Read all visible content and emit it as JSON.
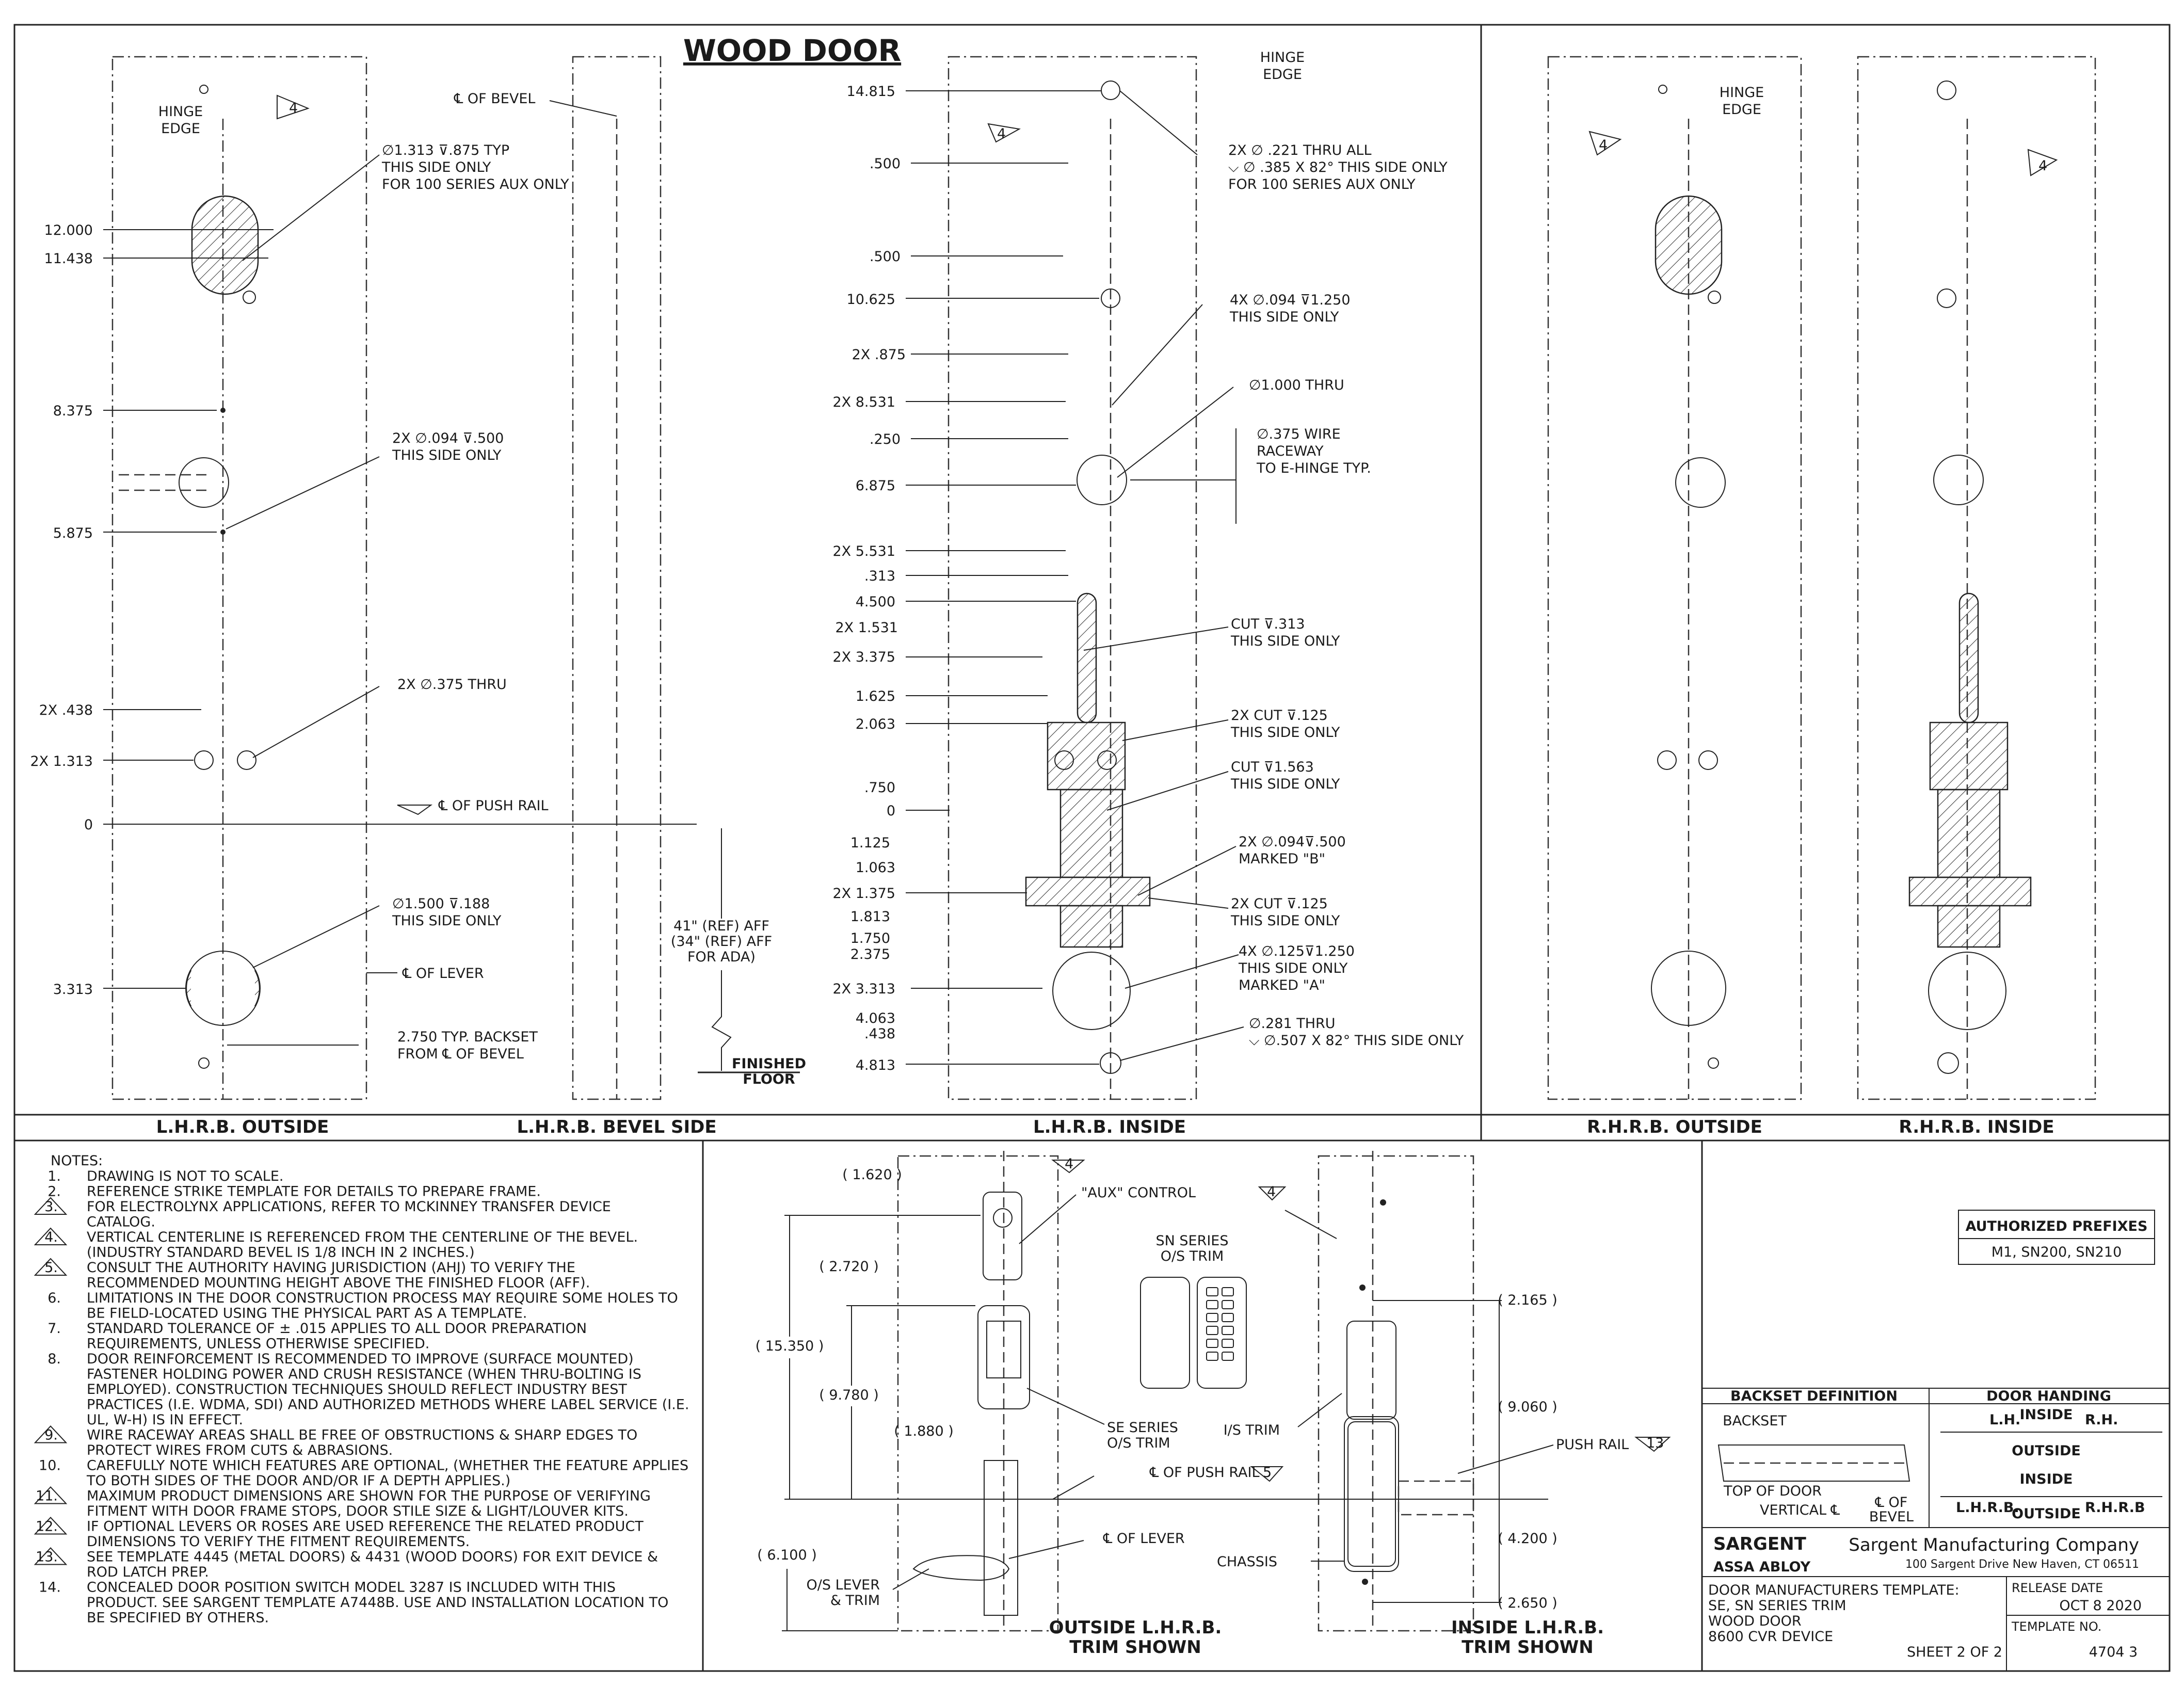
{
  "title": "WOOD DOOR",
  "views": {
    "lhrb_outside": {
      "label": "L.H.R.B. OUTSIDE",
      "hinge_edge": "HINGE\nEDGE",
      "dims": [
        "12.000",
        "11.438",
        "8.375",
        "5.875",
        "2X .438",
        "2X 1.313",
        "0",
        "3.313"
      ],
      "callouts": {
        "aux_hole": [
          "∅1.313 ⊽.875 TYP",
          "THIS SIDE ONLY",
          "FOR 100 SERIES AUX ONLY"
        ],
        "pilot": [
          "2X ∅.094 ⊽.500",
          "THIS SIDE ONLY"
        ],
        "thru": "2X ∅.375 THRU",
        "push_rail": "℄ OF PUSH RAIL",
        "lever_hole": [
          "∅1.500 ⊽.188",
          "THIS SIDE ONLY"
        ],
        "lever_cl": "℄ OF LEVER",
        "backset": [
          "2.750 TYP. BACKSET",
          "FROM ℄  OF BEVEL"
        ]
      }
    },
    "lhrb_bevel": {
      "label": "L.H.R.B. BEVEL SIDE",
      "cl_bevel": "℄ OF BEVEL",
      "aff": [
        "41\" (REF) AFF",
        "(34\" (REF) AFF",
        "FOR ADA)"
      ],
      "floor": "FINISHED\nFLOOR"
    },
    "lhrb_inside": {
      "label": "L.H.R.B. INSIDE",
      "hinge_edge": "HINGE\nEDGE",
      "dims": [
        "14.815",
        ".500",
        ".500",
        "10.625",
        "2X .875",
        "2X 8.531",
        ".250",
        "6.875",
        "2X 5.531",
        ".313",
        "4.500",
        "2X 1.531",
        "2X 3.375",
        "1.625",
        "2.063",
        ".750",
        "0",
        "1.125",
        "1.063",
        "2X 1.375",
        "1.813",
        "1.750",
        "2.375",
        "2X 3.313",
        "4.063",
        ".438",
        "4.813"
      ],
      "callouts": {
        "thru_all": [
          "2X ∅ .221 THRU ALL",
          "⌵ ∅ .385 X 82° THIS SIDE ONLY",
          "FOR 100 SERIES AUX ONLY"
        ],
        "four_x": [
          "4X ∅.094 ⊽1.250",
          "THIS SIDE ONLY"
        ],
        "one_thru": "∅1.000 THRU",
        "raceway": [
          "∅.375 WIRE",
          "RACEWAY",
          "TO E-HINGE TYP."
        ],
        "cut313": [
          "CUT ⊽.313",
          "THIS SIDE ONLY"
        ],
        "cut125": [
          "2X CUT ⊽.125",
          "THIS SIDE ONLY"
        ],
        "cut1563": [
          "CUT ⊽1.563",
          "THIS SIDE ONLY"
        ],
        "markedB": [
          "2X ∅.094⊽.500",
          "MARKED \"B\""
        ],
        "cut125b": [
          "2X CUT ⊽.125",
          "THIS SIDE ONLY"
        ],
        "markedA": [
          "4X ∅.125⊽1.250",
          "THIS SIDE ONLY",
          "MARKED \"A\""
        ],
        "thru281": [
          "∅.281 THRU",
          "⌵ ∅.507 X 82° THIS SIDE ONLY"
        ]
      }
    },
    "rhrb_outside": {
      "label": "R.H.R.B. OUTSIDE",
      "hinge_edge": "HINGE\nEDGE"
    },
    "rhrb_inside": {
      "label": "R.H.R.B. INSIDE"
    }
  },
  "notes": {
    "heading": "NOTES:",
    "items": [
      {
        "n": "1.",
        "tri": false,
        "text": "DRAWING IS NOT TO SCALE."
      },
      {
        "n": "2.",
        "tri": false,
        "text": "REFERENCE STRIKE TEMPLATE FOR DETAILS TO PREPARE FRAME."
      },
      {
        "n": "3.",
        "tri": true,
        "text": "FOR ELECTROLYNX APPLICATIONS, REFER TO MCKINNEY TRANSFER DEVICE\nCATALOG."
      },
      {
        "n": "4.",
        "tri": true,
        "text": "VERTICAL CENTERLINE IS REFERENCED FROM THE CENTERLINE OF THE BEVEL.\n(INDUSTRY STANDARD BEVEL IS 1/8 INCH IN 2 INCHES.)"
      },
      {
        "n": "5.",
        "tri": true,
        "text": "CONSULT THE AUTHORITY HAVING JURISDICTION (AHJ) TO VERIFY THE\nRECOMMENDED MOUNTING HEIGHT ABOVE THE FINISHED FLOOR (AFF)."
      },
      {
        "n": "6.",
        "tri": false,
        "text": "LIMITATIONS IN THE DOOR CONSTRUCTION PROCESS MAY REQUIRE SOME HOLES TO\nBE FIELD-LOCATED USING THE PHYSICAL PART AS A TEMPLATE."
      },
      {
        "n": "7.",
        "tri": false,
        "text": "STANDARD TOLERANCE OF ± .015 APPLIES TO ALL DOOR PREPARATION\nREQUIREMENTS, UNLESS OTHERWISE SPECIFIED."
      },
      {
        "n": "8.",
        "tri": false,
        "text": "DOOR REINFORCEMENT IS RECOMMENDED TO IMPROVE (SURFACE MOUNTED)\nFASTENER HOLDING POWER AND CRUSH RESISTANCE (WHEN THRU-BOLTING IS\nEMPLOYED). CONSTRUCTION TECHNIQUES SHOULD REFLECT INDUSTRY BEST\nPRACTICES (I.E. WDMA, SDI) AND AUTHORIZED METHODS WHERE LABEL SERVICE (I.E.\nUL, W-H) IS IN EFFECT."
      },
      {
        "n": "9.",
        "tri": true,
        "text": "WIRE RACEWAY AREAS SHALL BE FREE OF OBSTRUCTIONS & SHARP EDGES TO\nPROTECT WIRES FROM CUTS & ABRASIONS."
      },
      {
        "n": "10.",
        "tri": false,
        "text": "CAREFULLY NOTE WHICH FEATURES ARE OPTIONAL, (WHETHER THE FEATURE APPLIES\nTO BOTH SIDES OF THE DOOR AND/OR IF A DEPTH APPLIES.)"
      },
      {
        "n": "11.",
        "tri": true,
        "text": "MAXIMUM PRODUCT DIMENSIONS ARE SHOWN FOR THE PURPOSE OF VERIFYING\nFITMENT WITH DOOR FRAME STOPS, DOOR STILE SIZE & LIGHT/LOUVER KITS."
      },
      {
        "n": "12.",
        "tri": true,
        "text": "IF OPTIONAL LEVERS OR ROSES ARE USED REFERENCE THE RELATED PRODUCT\nDIMENSIONS TO VERIFY THE FITMENT REQUIREMENTS."
      },
      {
        "n": "13.",
        "tri": true,
        "text": "SEE TEMPLATE 4445 (METAL DOORS) & 4431 (WOOD DOORS) FOR EXIT DEVICE &\nROD LATCH PREP."
      },
      {
        "n": "14.",
        "tri": false,
        "text": "CONCEALED DOOR POSITION SWITCH MODEL 3287 IS INCLUDED WITH THIS\nPRODUCT.  SEE SARGENT TEMPLATE A7448B.  USE AND INSTALLATION LOCATION TO\nBE SPECIFIED BY OTHERS."
      }
    ]
  },
  "trim_outside": {
    "dims": [
      "( 1.620 )",
      "( 2.720 )",
      "( 15.350 )",
      "( 9.780 )",
      "( 1.880 )",
      "( 6.100 )"
    ],
    "aux_control": "\"AUX\" CONTROL",
    "sn_series": "SN SERIES\nO/S TRIM",
    "se_series": "SE SERIES\nO/S TRIM",
    "push_rail": "℄ OF PUSH RAIL",
    "lever_cl": "℄ OF LEVER",
    "os_lever": "O/S LEVER\n& TRIM",
    "caption": "OUTSIDE L.H.R.B.\nTRIM SHOWN"
  },
  "trim_inside": {
    "dims": [
      "( 2.165 )",
      "( 9.060 )",
      "( 4.200 )",
      "( 2.650 )"
    ],
    "is_trim": "I/S TRIM",
    "push_rail": "PUSH RAIL",
    "chassis": "CHASSIS",
    "caption": "INSIDE L.H.R.B.\nTRIM SHOWN"
  },
  "prefixes": {
    "heading": "AUTHORIZED PREFIXES",
    "values": "M1, SN200, SN210"
  },
  "backset_def": {
    "heading": "BACKSET DEFINITION",
    "backset": "BACKSET",
    "top_of_door": "TOP OF DOOR",
    "vertical_cl": "VERTICAL ℄",
    "cl_bevel": "℄ OF\nBEVEL"
  },
  "handing": {
    "heading": "DOOR HANDING",
    "lh": "L.H.",
    "rh": "R.H.",
    "inside": "INSIDE",
    "outside": "OUTSIDE",
    "lhrb": "L.H.R.B.",
    "rhrb": "R.H.R.B"
  },
  "title_block": {
    "brand": "SARGENT",
    "assa": "ASSA ABLOY",
    "company": "Sargent Manufacturing Company",
    "address": "100 Sargent Drive New Haven, CT 06511",
    "template_lines": [
      "DOOR MANUFACTURERS TEMPLATE:",
      "SE, SN SERIES TRIM",
      "WOOD DOOR",
      "8600 CVR DEVICE"
    ],
    "release_label": "RELEASE DATE",
    "release_date": "OCT 8 2020",
    "template_label": "TEMPLATE NO.",
    "template_no": "4704 3",
    "sheet": "SHEET 2 OF 2"
  }
}
